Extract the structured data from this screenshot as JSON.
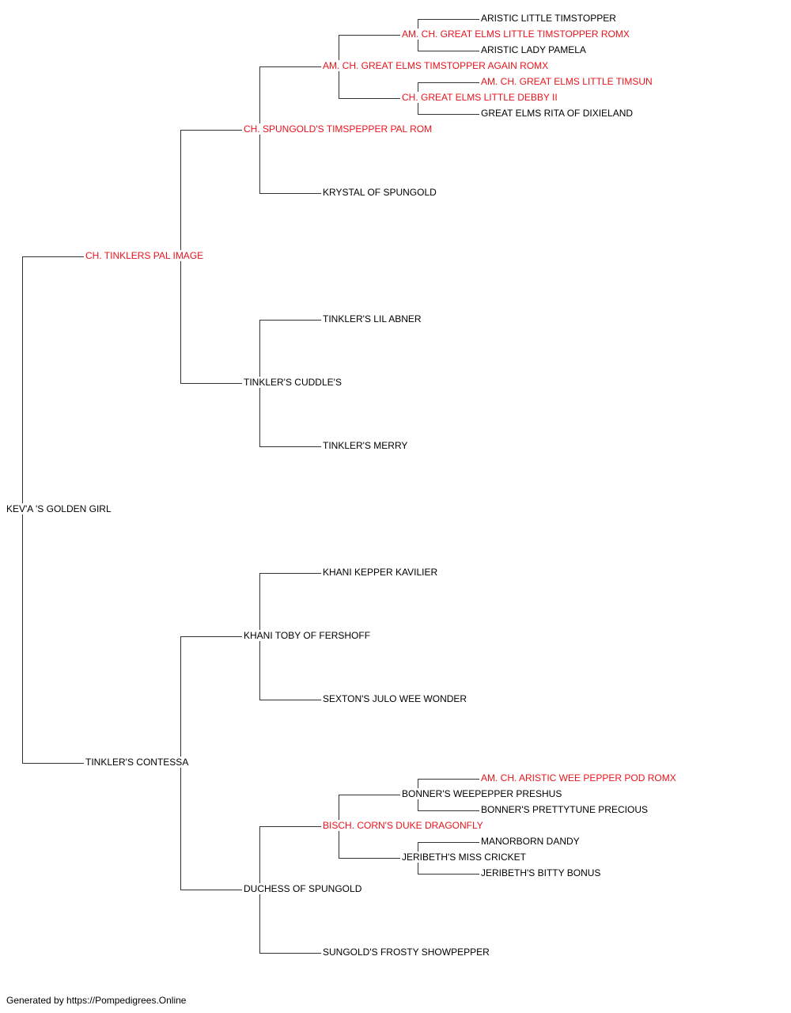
{
  "colors": {
    "champion": "#e8141b",
    "normal": "#000000",
    "line": "#333333"
  },
  "pedigree": {
    "name": "KEV'A 'S GOLDEN GIRL",
    "champion": false,
    "sire": {
      "name": "CH. TINKLERS PAL IMAGE",
      "champion": true,
      "sire": {
        "name": "CH. SPUNGOLD'S TIMSPEPPER PAL ROM",
        "champion": true,
        "sire": {
          "name": "AM. CH. GREAT ELMS TIMSTOPPER AGAIN ROMX",
          "champion": true,
          "sire": {
            "name": "AM. CH. GREAT ELMS LITTLE TIMSTOPPER ROMX",
            "champion": true,
            "sire": {
              "name": "ARISTIC LITTLE TIMSTOPPER",
              "champion": false
            },
            "dam": {
              "name": "ARISTIC LADY PAMELA",
              "champion": false
            }
          },
          "dam": {
            "name": "CH. GREAT ELMS LITTLE DEBBY II",
            "champion": true,
            "sire": {
              "name": "AM. CH. GREAT ELMS LITTLE TIMSUN",
              "champion": true
            },
            "dam": {
              "name": "GREAT ELMS RITA OF DIXIELAND",
              "champion": false
            }
          }
        },
        "dam": {
          "name": "KRYSTAL OF SPUNGOLD",
          "champion": false
        }
      },
      "dam": {
        "name": "TINKLER'S CUDDLE'S",
        "champion": false,
        "sire": {
          "name": "TINKLER'S LIL ABNER",
          "champion": false
        },
        "dam": {
          "name": "TINKLER'S MERRY",
          "champion": false
        }
      }
    },
    "dam": {
      "name": "TINKLER'S CONTESSA",
      "champion": false,
      "sire": {
        "name": "KHANI TOBY OF FERSHOFF",
        "champion": false,
        "sire": {
          "name": "KHANI KEPPER KAVILIER",
          "champion": false
        },
        "dam": {
          "name": "SEXTON'S JULO WEE WONDER",
          "champion": false
        }
      },
      "dam": {
        "name": "DUCHESS OF SPUNGOLD",
        "champion": false,
        "sire": {
          "name": "BISCH. CORN'S DUKE DRAGONFLY",
          "champion": true,
          "sire": {
            "name": "BONNER'S WEEPEPPER PRESHUS",
            "champion": false,
            "sire": {
              "name": "AM. CH. ARISTIC WEE PEPPER POD ROMX",
              "champion": true
            },
            "dam": {
              "name": "BONNER'S PRETTYTUNE PRECIOUS",
              "champion": false
            }
          },
          "dam": {
            "name": "JERIBETH'S MISS CRICKET",
            "champion": false,
            "sire": {
              "name": "MANORBORN DANDY",
              "champion": false
            },
            "dam": {
              "name": "JERIBETH'S BITTY BONUS",
              "champion": false
            }
          }
        },
        "dam": {
          "name": "SUNGOLD'S FROSTY SHOWPEPPER",
          "champion": false
        }
      }
    }
  },
  "footer": {
    "text": "Generated by https://Pompedigrees.Online"
  }
}
